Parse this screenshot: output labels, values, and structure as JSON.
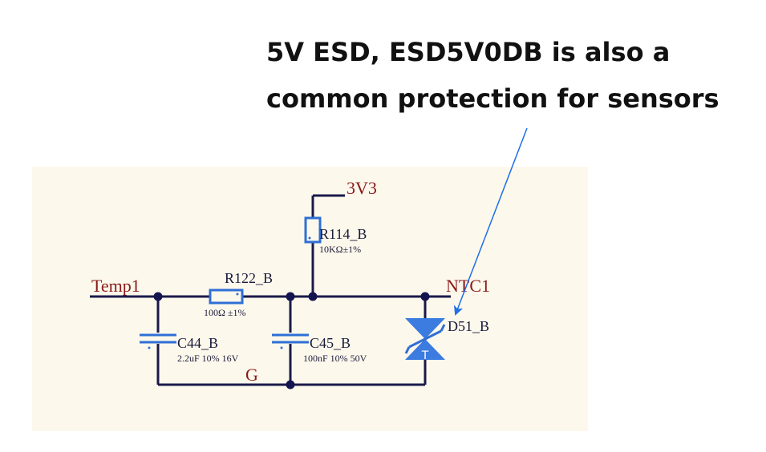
{
  "annotation": {
    "line1": "5V ESD, ESD5V0DB is also a",
    "line2": "common protection for sensors"
  },
  "nets": {
    "supply": "3V3",
    "input": "Temp1",
    "output": "NTC1",
    "ground": "G"
  },
  "components": {
    "r114": {
      "ref": "R114_B",
      "value": "10KΩ±1%"
    },
    "r122": {
      "ref": "R122_B",
      "value": "100Ω ±1%"
    },
    "c44": {
      "ref": "C44_B",
      "value": "2.2uF 10% 16V"
    },
    "c45": {
      "ref": "C45_B",
      "value": "100nF 10% 50V"
    },
    "d51": {
      "ref": "D51_B",
      "symbol_letter": "T"
    }
  },
  "colors": {
    "panel_bg": "#fdf8ec",
    "wire": "#1a1a4a",
    "junction": "#141450",
    "component": "#2f6fd6",
    "diode_fill": "#3c7be0",
    "net_label": "#8b1a1a",
    "arrow": "#1e6fe8"
  }
}
